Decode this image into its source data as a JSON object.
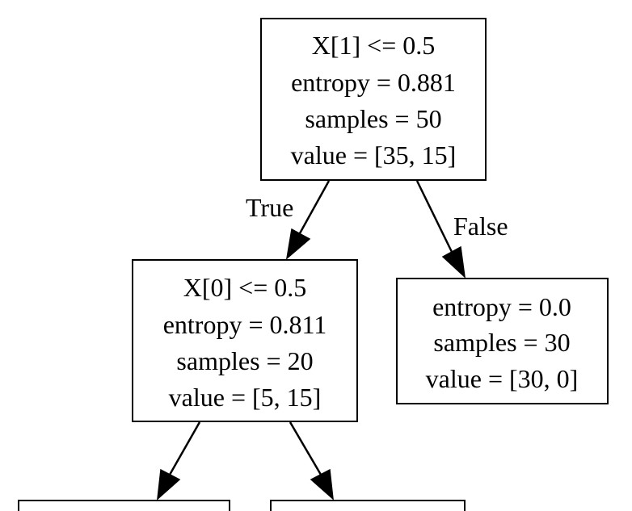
{
  "nodes": {
    "root": {
      "line1": "X[1] <= 0.5",
      "line2": "entropy = 0.881",
      "line3": "samples = 50",
      "line4": "value = [35, 15]"
    },
    "left": {
      "line1": "X[0] <= 0.5",
      "line2": "entropy = 0.811",
      "line3": "samples = 20",
      "line4": "value = [5, 15]"
    },
    "right": {
      "line1": "entropy = 0.0",
      "line2": "samples = 30",
      "line3": "value = [30, 0]"
    }
  },
  "edges": {
    "true_label": "True",
    "false_label": "False"
  }
}
